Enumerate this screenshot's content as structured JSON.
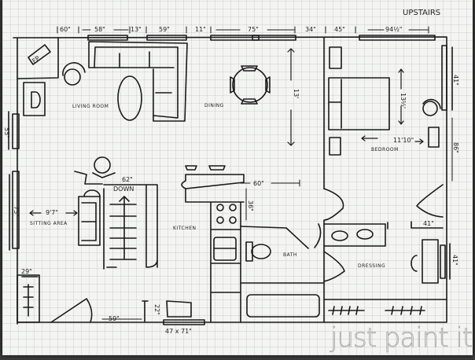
{
  "title": "UPSTAIRS",
  "watermark": "just paint it",
  "top_dimensions": [
    "60\"",
    "58\"",
    "13\"",
    "59\"",
    "11\"",
    "75\"",
    "34\"",
    "45\"",
    "94½\""
  ],
  "rooms": {
    "living_room": "LIVING ROOM",
    "dining": "DINING",
    "bedroom": "BEDROOM",
    "sitting_area": "SITTING AREA",
    "kitchen": "KITCHEN",
    "bath": "BATH",
    "dressing": "DRESSING"
  },
  "labels": {
    "fireplace": "FP",
    "down": "DOWN"
  },
  "dimensions": {
    "left_window_upper": "55\"",
    "left_window_lower": "75\"",
    "sitting_width": "9'7\"",
    "dining_length": "13'",
    "bedroom_length": "13½'",
    "bedroom_width": "11'10\"",
    "right_window_upper": "41\"",
    "right_wall": "86\"",
    "closet": "41\"",
    "right_window_lower": "41\"",
    "stair_width": "62\"",
    "kitchen_counter": "60\"",
    "kitchen_depth": "36\"",
    "left_cabinet": "29\"",
    "bottom_wall": "59\"",
    "bottom_small": "22\"",
    "bottom_window": "47 x 71\""
  }
}
